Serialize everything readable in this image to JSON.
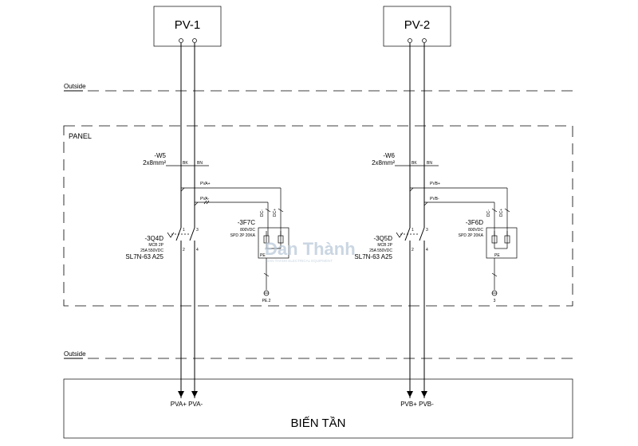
{
  "pv1": {
    "title": "PV-1"
  },
  "pv2": {
    "title": "PV-2"
  },
  "zones": {
    "outside_top": "Outside",
    "outside_bottom": "Outside",
    "panel": "PANEL"
  },
  "left": {
    "cable": {
      "tag": "-W5",
      "size": "2x8mm²",
      "core1": "BK",
      "core2": "BN"
    },
    "wires": {
      "pos": "PVA+",
      "neg": "PVA-"
    },
    "mcb": {
      "tag": "-3Q4D",
      "l1": "MCB 2P",
      "l2": "25A 550VDC",
      "l3": "SL7N-63 A25",
      "t1": "1",
      "t2": "2",
      "t3": "3",
      "t4": "4"
    },
    "spd": {
      "tag": "-3F7C",
      "l1": "800VDC",
      "l2": "SPD 2P 20KA",
      "pe_term": "PE",
      "pe_label": "PE.2"
    },
    "out_pos": "PVA+",
    "out_neg": "PVA-"
  },
  "right": {
    "cable": {
      "tag": "-W6",
      "size": "2x8mm²",
      "core1": "BK",
      "core2": "BN"
    },
    "wires": {
      "pos": "PVB+",
      "neg": "PVB-"
    },
    "mcb": {
      "tag": "-3Q5D",
      "l1": "MCB 2P",
      "l2": "25A 550VDC",
      "l3": "SL7N-63 A25",
      "t1": "1",
      "t2": "2",
      "t3": "3",
      "t4": "4"
    },
    "spd": {
      "tag": "-3F6D",
      "l1": "800VDC",
      "l2": "SPD 2P 20KA",
      "pe_term": "PE",
      "pe_label": "3"
    },
    "out_pos": "PVB+",
    "out_neg": "PVB-"
  },
  "inverter": {
    "title": "BIẾN TẦN"
  },
  "watermark": {
    "brand": "Đan Thành",
    "tagline": "ĐAN THÀNH ELECTRICAL EQUIPMENT"
  }
}
